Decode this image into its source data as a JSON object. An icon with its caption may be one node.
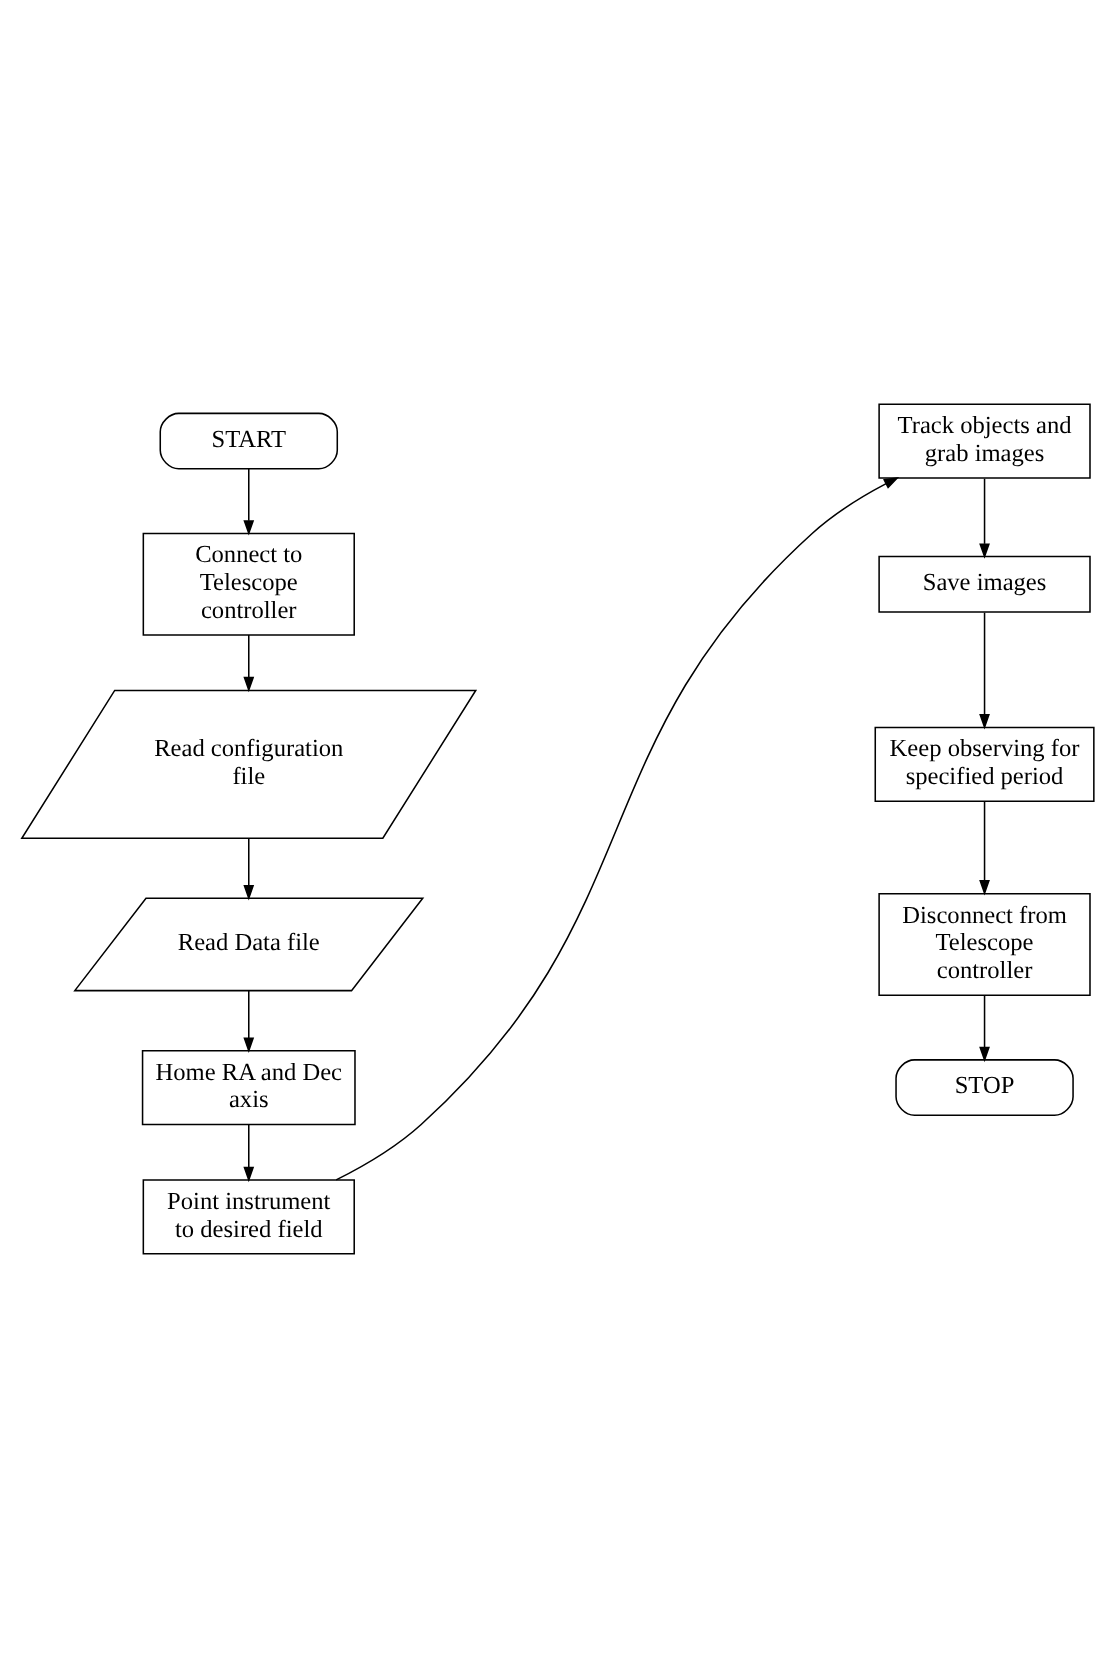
{
  "diagram": {
    "nodes": [
      {
        "text": [
          "START"
        ]
      },
      {
        "text": [
          "Connect to Telescope controller"
        ]
      },
      {
        "text": [
          "Read configuration file"
        ]
      },
      {
        "text": [
          "Read Data file"
        ]
      },
      {
        "text": [
          "Home RA and Dec axis"
        ]
      },
      {
        "text": [
          "Point instrument to desired field"
        ]
      },
      {
        "text": [
          "Track objects and grab images"
        ]
      },
      {
        "text": [
          "Save images"
        ]
      },
      {
        "text": [
          "Keep observing for specified period"
        ]
      },
      {
        "text": [
          "Disconnect from Telescope controller"
        ]
      },
      {
        "text": [
          "STOP"
        ]
      }
    ],
    "edges": [
      {
        "from": 0,
        "to": 1,
        "arrow": "to"
      },
      {
        "from": 1,
        "to": 2,
        "arrow": "to"
      },
      {
        "from": 2,
        "to": 3,
        "arrow": "to"
      },
      {
        "from": 3,
        "to": 4,
        "arrow": "to"
      },
      {
        "from": 4,
        "to": 5,
        "arrow": "to"
      },
      {
        "from": 5,
        "to": 6,
        "arrow": "to"
      },
      {
        "from": 6,
        "to": 7,
        "arrow": "to"
      },
      {
        "from": 7,
        "to": 8,
        "arrow": "to"
      },
      {
        "from": 8,
        "to": 9,
        "arrow": "to"
      },
      {
        "from": 9,
        "to": 10,
        "arrow": "to"
      }
    ]
  }
}
